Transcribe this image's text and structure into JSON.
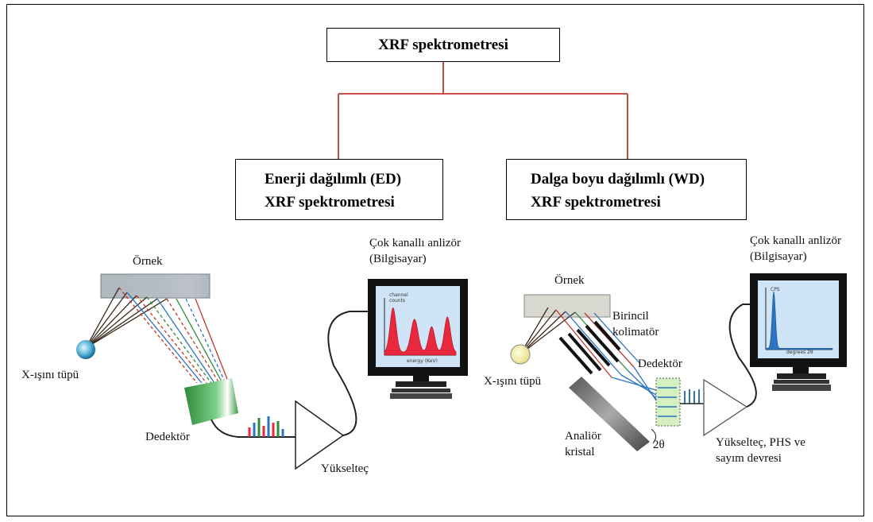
{
  "title": "XRF spektrometresi",
  "ed_box": {
    "line1": "Enerji dağılımlı (ED)",
    "line2": "XRF spektrometresi"
  },
  "wd_box": {
    "line1": "Dalga boyu dağılımlı (WD)",
    "line2": "XRF spektrometresi"
  },
  "ed": {
    "sample": "Örnek",
    "tube": "X-ışını tüpü",
    "detector": "Dedektör",
    "amplifier": "Yükselteç",
    "analyzer_line1": "Çok kanallı anlizör",
    "analyzer_line2": "(Bilgisayar)",
    "screen_ylabel_1": "channel",
    "screen_ylabel_2": "counts",
    "screen_xlabel": "energy (KeV)"
  },
  "wd": {
    "sample": "Örnek",
    "collimator_line1": "Birincil",
    "collimator_line2": "kolimatör",
    "tube": "X-ışını tüpü",
    "detector": "Dedektör",
    "crystal_line1": "Analiör",
    "crystal_line2": "kristal",
    "angle": "2θ",
    "amp_line1": "Yükselteç, PHS ve",
    "amp_line2": "sayım devresi",
    "analyzer_line1": "Çok kanallı anlizör",
    "analyzer_line2": "(Bilgisayar)",
    "screen_ylabel": "CPS",
    "screen_xlabel": "degrees 2θ"
  },
  "colors": {
    "connector": "#c0392b",
    "spectrum": "#e8283c",
    "peak": "#2a74c2",
    "screen": "#cfe5f7"
  }
}
